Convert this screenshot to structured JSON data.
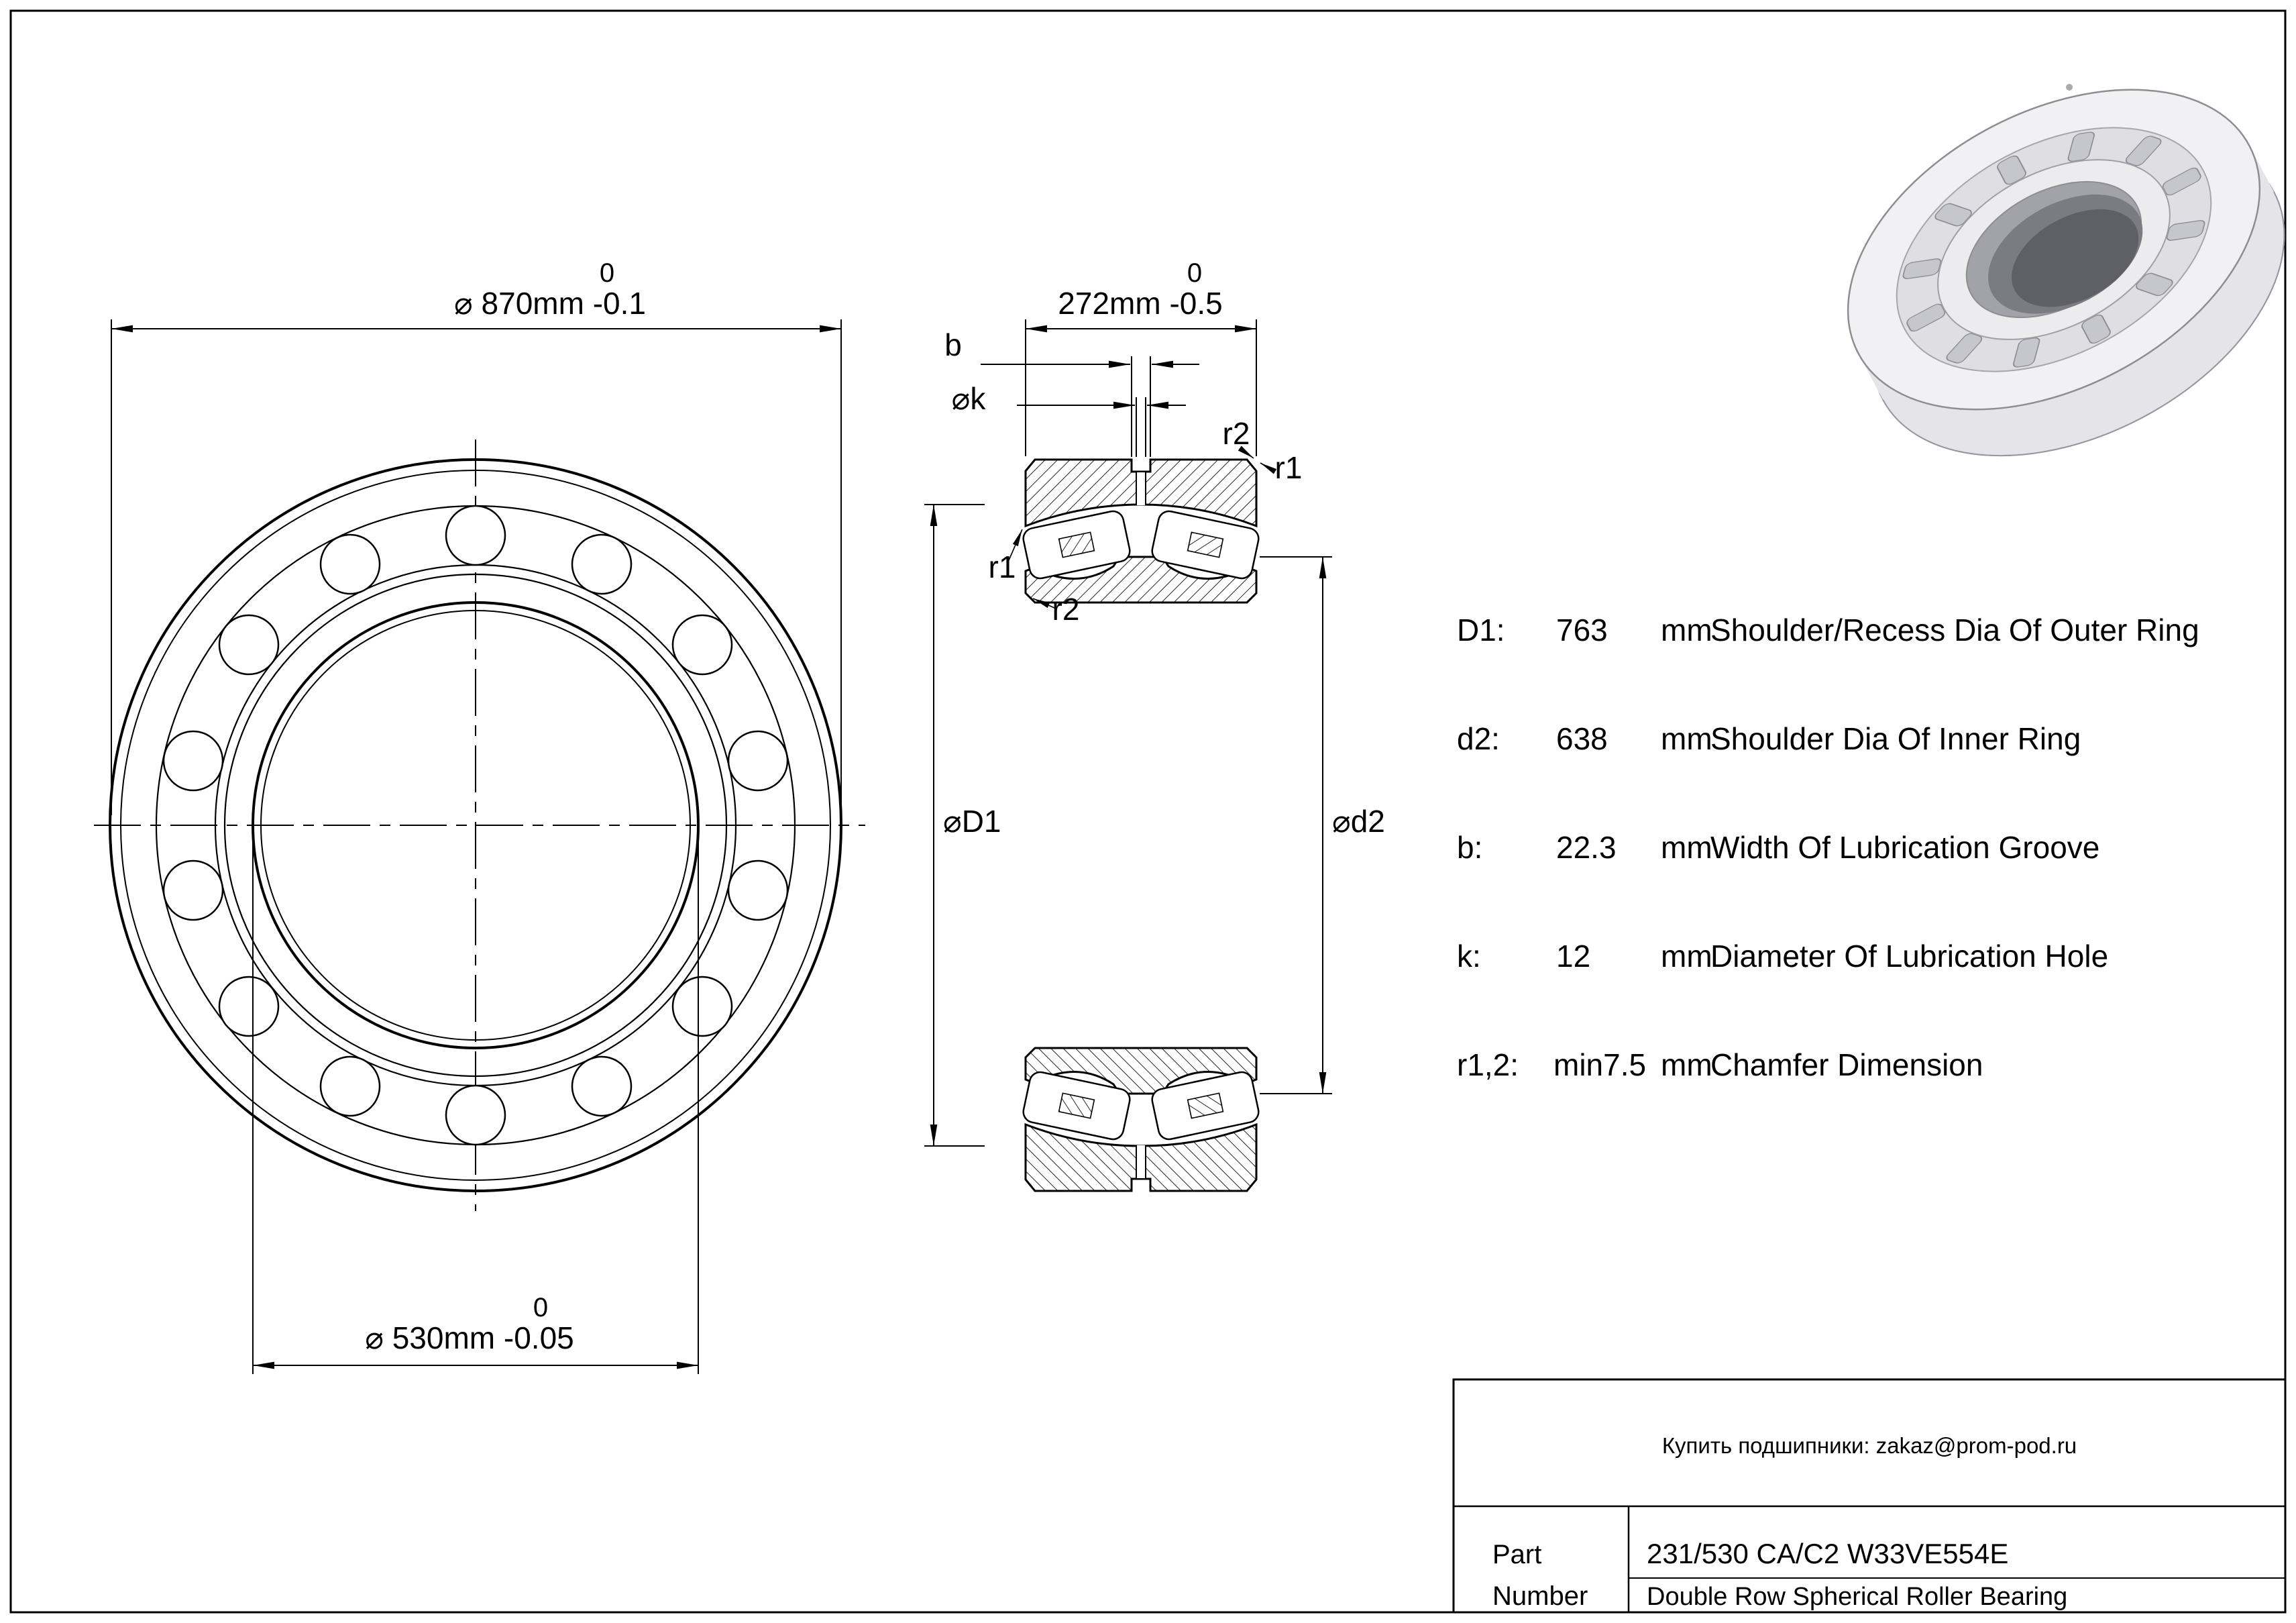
{
  "front_view": {
    "od_tol": "0",
    "od": "⌀ 870mm -0.1",
    "bore_tol": "0",
    "bore": "⌀ 530mm -0.05"
  },
  "section_view": {
    "width_tol": "0",
    "width": "272mm -0.5",
    "b": "b",
    "k": "⌀k",
    "r1": "r1",
    "r2": "r2",
    "d1": "⌀D1",
    "d2": "⌀d2"
  },
  "specs": {
    "rows": [
      {
        "name": "D1:",
        "value": "763",
        "unit": "mm",
        "description": "Shoulder/Recess Dia Of Outer Ring"
      },
      {
        "name": "d2:",
        "value": "638",
        "unit": "mm",
        "description": "Shoulder Dia Of Inner Ring"
      },
      {
        "name": "b:",
        "value": "22.3",
        "unit": "mm",
        "description": "Width Of Lubrication Groove"
      },
      {
        "name": "k:",
        "value": "12",
        "unit": "mm",
        "description": "Diameter Of Lubrication Hole"
      },
      {
        "name": "r1,2:",
        "value": "min7.5",
        "unit": "mm",
        "description": "Chamfer Dimension"
      }
    ]
  },
  "title_block": {
    "contact": "Купить подшипники: zakaz@prom-pod.ru",
    "part_label_line1": "Part",
    "part_label_line2": "Number",
    "part_number": "231/530 CA/C2 W33VE554E",
    "description": "Double Row Spherical Roller Bearing"
  }
}
